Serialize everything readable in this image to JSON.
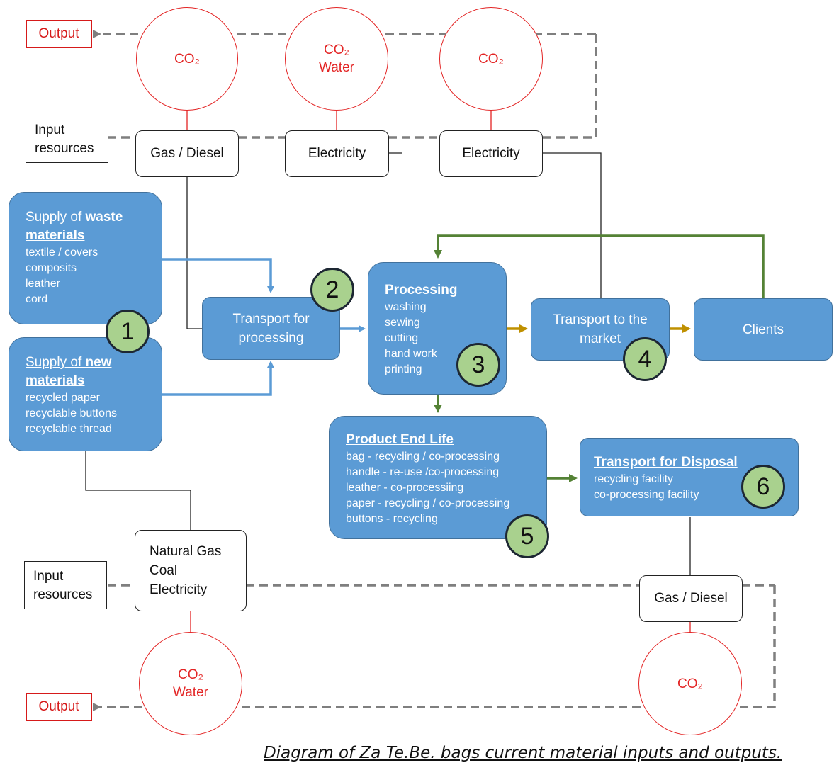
{
  "outputs": {
    "top": "Output",
    "bottom": "Output"
  },
  "inputs": {
    "top": "Input\nresources",
    "bottom": "Input\nresources"
  },
  "emissions": {
    "gas_top": "CO₂",
    "electricity_1": "CO₂\nWater",
    "electricity_2": "CO₂",
    "natural_gas": "CO₂\nWater",
    "disposal": "CO₂"
  },
  "energy_sources": {
    "gas_diesel_top": "Gas / Diesel",
    "electricity_1": "Electricity",
    "electricity_2": "Electricity",
    "natural_gas": "Natural Gas\nCoal\nElectricity",
    "gas_diesel_bottom": "Gas / Diesel"
  },
  "stages": {
    "supply_waste": {
      "title": "Supply of waste materials",
      "title_plain": "Supply of ",
      "title_bold": "waste materials",
      "items": [
        "textile / covers",
        "composits",
        "leather",
        "cord"
      ]
    },
    "supply_new": {
      "title_plain": "Supply of ",
      "title_bold": "new materials",
      "items": [
        "recycled paper",
        "recyclable buttons",
        "recyclable thread"
      ]
    },
    "transport_processing": {
      "label": "Transport for\nprocessing"
    },
    "processing": {
      "title": "Processing",
      "items": [
        "washing",
        "sewing",
        "cutting",
        "hand work",
        "printing"
      ]
    },
    "transport_market": {
      "label": "Transport to the\nmarket"
    },
    "clients": {
      "label": "Clients"
    },
    "end_life": {
      "title": "Product End Life",
      "items": [
        "bag - recycling / co-processing",
        "handle - re-use /co-processing",
        "leather - co-processiing",
        "paper - recycling / co-processing",
        "buttons - recycling"
      ]
    },
    "transport_disposal": {
      "title": "Transport for Disposal",
      "items": [
        "recycling facility",
        "co-processing facility"
      ]
    }
  },
  "badges": [
    "1",
    "2",
    "3",
    "4",
    "5",
    "6"
  ],
  "caption": "Diagram of Za Te.Be. bags current material inputs and outputs.",
  "colors": {
    "stage_fill": "#5b9bd5",
    "badge_fill": "#a9d18e",
    "emission_red": "#e32424",
    "arrow_blue": "#5b9bd5",
    "arrow_gold": "#bf9000",
    "arrow_green": "#548235",
    "dashed_gray": "#7f7f7f"
  }
}
